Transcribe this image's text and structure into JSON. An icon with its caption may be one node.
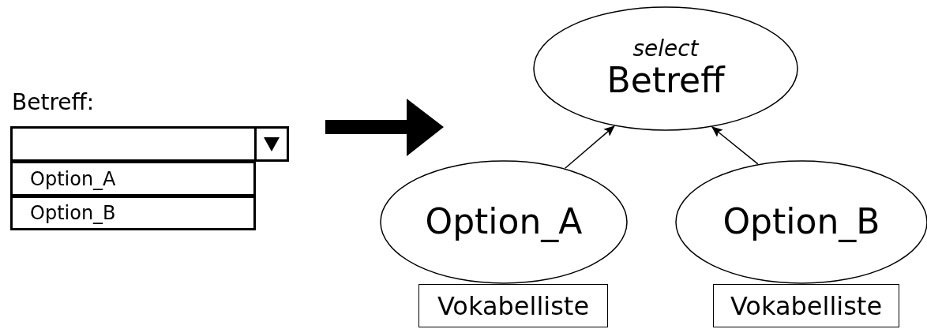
{
  "diagram": {
    "nodes": [
      {
        "text": [
          "Betreff:"
        ]
      },
      {
        "text": [
          "Option_A"
        ]
      },
      {
        "text": [
          "Option_B"
        ]
      },
      {
        "text": [
          "select",
          "Betreff"
        ]
      },
      {
        "text": [
          "Option_A"
        ]
      },
      {
        "text": [
          "Vokabelliste"
        ]
      },
      {
        "text": [
          "Option_B"
        ]
      },
      {
        "text": [
          "Vokabelliste"
        ]
      }
    ],
    "edges": [
      {
        "from": 4,
        "to": 3,
        "arrow": "to"
      },
      {
        "from": 6,
        "to": 3,
        "arrow": "to"
      }
    ]
  }
}
